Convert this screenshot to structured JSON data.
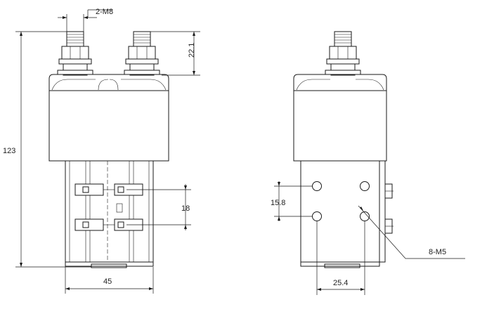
{
  "front_view": {
    "dim_thread": "2-M8",
    "dim_stud_height": "22.1",
    "dim_total_height": "123",
    "dim_terminal_pitch": "18",
    "dim_width": "45"
  },
  "side_view": {
    "dim_hole_vertical": "15.8",
    "dim_hole_horizontal": "25.4",
    "dim_mount_holes": "8-M5"
  }
}
